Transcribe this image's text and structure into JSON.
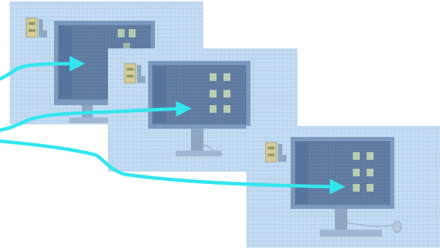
{
  "diagram": {
    "panel_count": 3,
    "arrow_count": 3,
    "panels": [
      {
        "id": "panel-1",
        "screen_icon_count": 3,
        "has_mouse": false
      },
      {
        "id": "panel-2",
        "screen_icon_count": 6,
        "has_mouse": false
      },
      {
        "id": "panel-3",
        "screen_icon_count": 6,
        "has_mouse": true
      }
    ],
    "colors": {
      "panel_fill": "#c4dcf2",
      "panel_grid": "#a7c7e8",
      "monitor_body": "#7c9abd",
      "monitor_screen": "#5f7fa6",
      "screen_tile": "#4e6d93",
      "screen_icon": "#d7e9bf",
      "arrow": "#33e6ee",
      "file_icon": "#d6cc98"
    },
    "icons": [
      "file-cabinet-icon",
      "monitor",
      "keyboard",
      "mouse-icon"
    ]
  }
}
